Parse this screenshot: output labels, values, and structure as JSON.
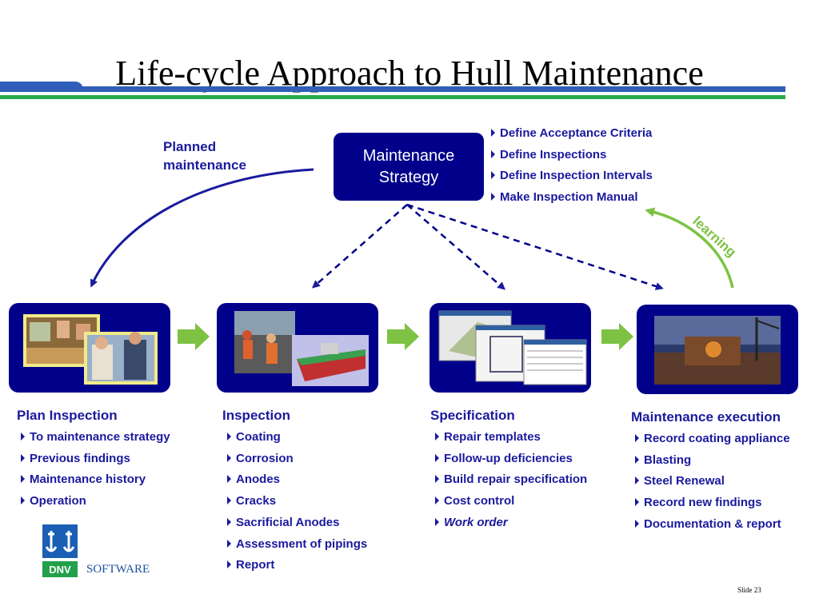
{
  "title": "Life-cycle Approach to Hull Maintenance",
  "strategy": {
    "line1": "Maintenance",
    "line2": "Strategy"
  },
  "planned": {
    "line1": "Planned",
    "line2": "maintenance"
  },
  "learning": "learning",
  "strategy_items": [
    "Define Acceptance Criteria",
    "Define Inspections",
    "Define Inspection Intervals",
    "Make Inspection Manual"
  ],
  "stages": [
    {
      "heading": "Plan Inspection",
      "items": [
        "To maintenance strategy",
        "Previous findings",
        "Maintenance history",
        "Operation"
      ]
    },
    {
      "heading": "Inspection",
      "items": [
        "Coating",
        "Corrosion",
        "Anodes",
        "Cracks",
        "Sacrificial Anodes",
        "Assessment of pipings",
        "Report"
      ]
    },
    {
      "heading": "Specification",
      "items": [
        "Repair templates",
        "Follow-up deficiencies",
        "Build repair specification",
        "Cost control",
        "Work order"
      ]
    },
    {
      "heading": "Maintenance execution",
      "items": [
        "Record coating appliance",
        "Blasting",
        "Steel Renewal",
        "Record new findings",
        "Documentation & report"
      ]
    }
  ],
  "logo": {
    "text": "DNV",
    "software": "SOFTWARE"
  },
  "slide": "Slide 23",
  "colors": {
    "navy": "#00008b",
    "text_blue": "#1a1a9e",
    "arrow_green": "#7dc242",
    "bar_blue": "#2f5fb8",
    "bar_green": "#2aa84a"
  }
}
